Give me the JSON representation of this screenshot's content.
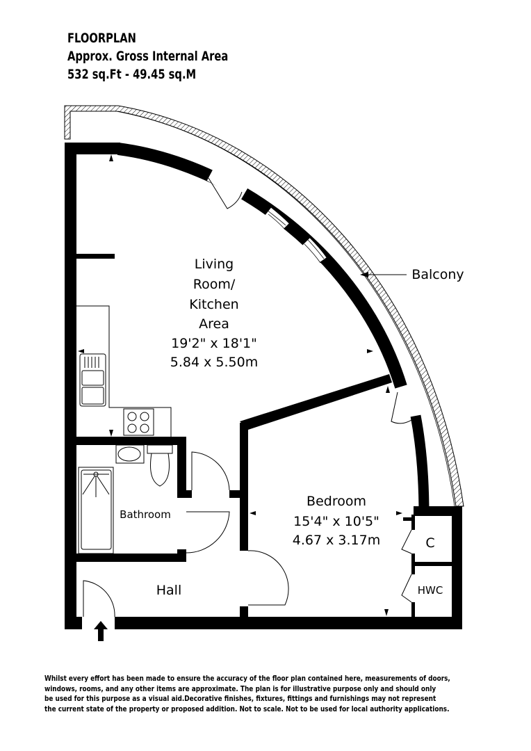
{
  "header": {
    "title": "FLOORPLAN",
    "subtitle": "Approx. Gross Internal Area",
    "area": "532 sq.Ft - 49.45 sq.M"
  },
  "rooms": {
    "living": {
      "line1": "Living",
      "line2": "Room/",
      "line3": "Kitchen",
      "line4": "Area",
      "imperial": "19'2\" x 18'1\"",
      "metric": "5.84 x 5.50m"
    },
    "bedroom": {
      "name": "Bedroom",
      "imperial": "15'4\" x 10'5\"",
      "metric": "4.67 x 3.17m"
    },
    "bathroom": {
      "name": "Bathroom"
    },
    "hall": {
      "name": "Hall"
    },
    "cupboard": {
      "name": "C"
    },
    "hwc": {
      "name": "HWC"
    },
    "balcony": {
      "name": "Balcony"
    }
  },
  "disclaimer": [
    "Whilst every effort has been made to ensure the accuracy of the floor plan contained here, measurements of doors,",
    "windows, rooms, and any other items  are approximate. The plan is for illustrative purpose only and should only",
    "be used for this  purpose as a visual aid.Decorative finishes, fixtures, fittings and furnishings  may not represent",
    "the current state of the property or proposed addition. Not to scale. Not to be used for  local authority applications."
  ],
  "colors": {
    "wall": "#000000",
    "background": "#ffffff"
  }
}
